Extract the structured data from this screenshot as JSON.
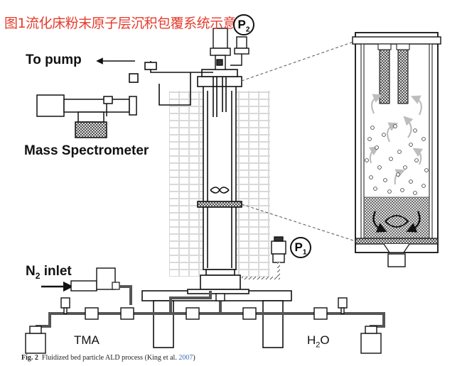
{
  "title": "图1流化床粉末原子层沉积包覆系统示意图",
  "labels": {
    "to_pump": "To pump",
    "mass_spectrometer": "Mass Spectrometer",
    "n2_inlet_main": "N",
    "n2_inlet_sub": "2",
    "n2_inlet_rest": " inlet",
    "tma": "TMA",
    "h2o_main": "H",
    "h2o_sub": "2",
    "h2o_rest": "O",
    "p1_main": "P",
    "p1_sub": "1",
    "p2_main": "P",
    "p2_sub": "2"
  },
  "caption": {
    "fig": "Fig. 2",
    "text": "  Fluidized bed particle ALD process (King et al. ",
    "year": "2007",
    "close": ")"
  }
}
